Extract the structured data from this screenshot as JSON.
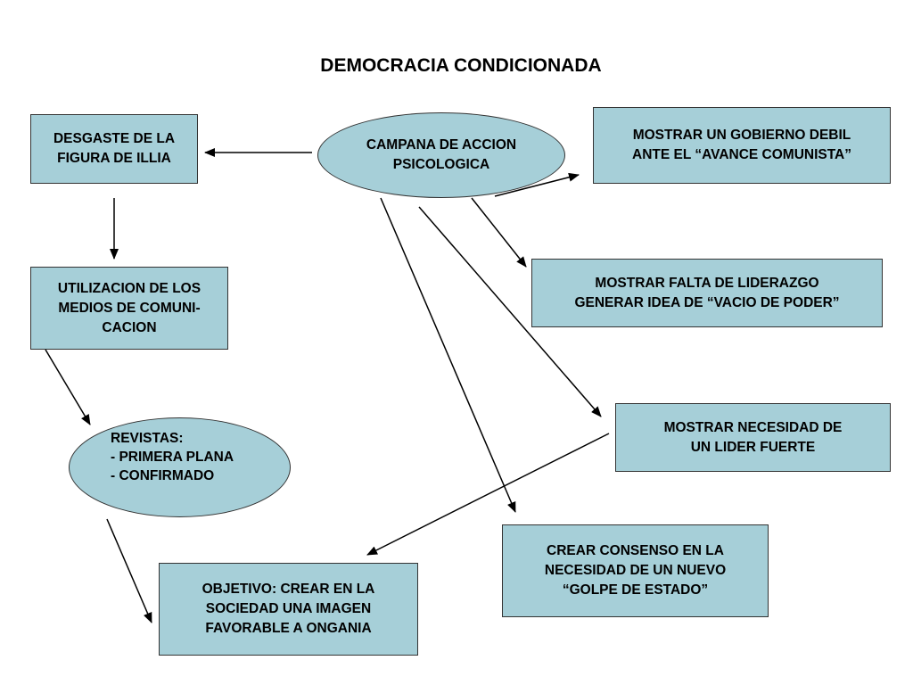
{
  "title": "DEMOCRACIA CONDICIONADA",
  "nodes": {
    "desgaste": "DESGASTE DE LA\nFIGURA DE ILLIA",
    "campana": "CAMPANA DE ACCION\nPSICOLOGICA",
    "gobierno_debil": "MOSTRAR UN GOBIERNO DEBIL\nANTE EL “AVANCE COMUNISTA”",
    "falta_liderazgo": "MOSTRAR FALTA DE LIDERAZGO\nGENERAR IDEA DE “VACIO DE PODER”",
    "utilizacion": "UTILIZACION DE LOS\nMEDIOS DE COMUNI-\nCACION",
    "revistas": {
      "heading": "REVISTAS:",
      "items": [
        "- PRIMERA PLANA",
        "- CONFIRMADO"
      ]
    },
    "necesidad_lider": "MOSTRAR NECESIDAD DE\nUN LIDER FUERTE",
    "consenso": "CREAR CONSENSO EN LA\nNECESIDAD DE UN NUEVO\n“GOLPE DE ESTADO”",
    "objetivo": "OBJETIVO: CREAR EN LA\nSOCIEDAD UNA IMAGEN\nFAVORABLE A ONGANIA"
  },
  "colors": {
    "node_fill": "#a6cfd8",
    "border": "#333333",
    "arrow": "#000000"
  }
}
